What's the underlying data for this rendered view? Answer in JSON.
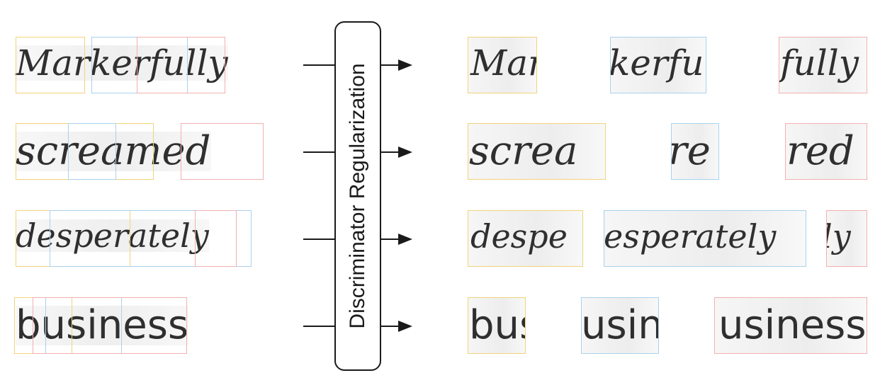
{
  "module": {
    "label": "Discriminator Regularization"
  },
  "rows": [
    {
      "word": "Markerfully",
      "crop_texts": [
        "Mar",
        "kerfu",
        "fully"
      ]
    },
    {
      "word": "screamed",
      "crop_texts": [
        "screa",
        "re",
        "red"
      ]
    },
    {
      "word": "desperately",
      "crop_texts": [
        "despe",
        "esperately",
        "ly"
      ]
    },
    {
      "word": "business",
      "crop_texts": [
        "bus",
        "usin",
        "usiness"
      ]
    }
  ],
  "colors": {
    "yellow_box": "#f2d27a",
    "blue_box": "#a9d2ee",
    "red_box": "#f2b0b0",
    "arrow": "#1a1a1a"
  }
}
